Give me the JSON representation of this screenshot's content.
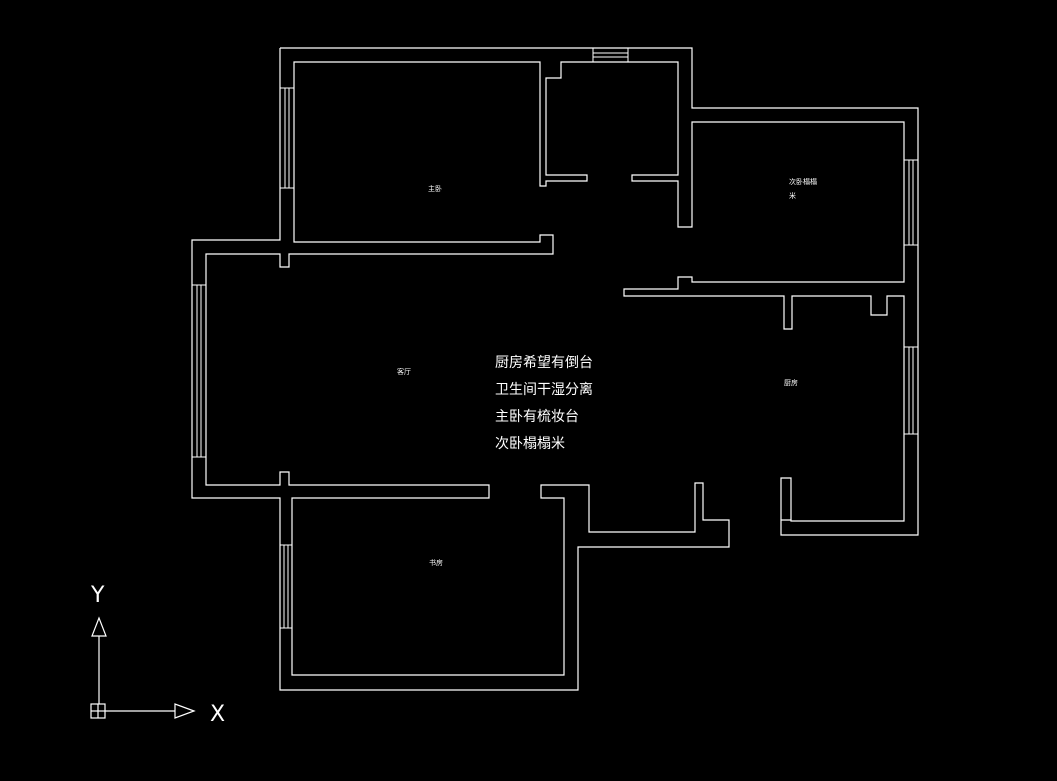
{
  "colors": {
    "background": "#000000",
    "lines": "#ffffff",
    "text": "#ffffff"
  },
  "rooms": {
    "master_bedroom": "主卧",
    "second_bedroom_line1": "次卧榻榻",
    "second_bedroom_line2": "米",
    "living_room": "客厅",
    "kitchen": "厨房",
    "study": "书房"
  },
  "notes": [
    "厨房希望有倒台",
    "卫生间干湿分离",
    "主卧有梳妆台",
    "次卧榻榻米"
  ],
  "ucs": {
    "x_label": "X",
    "y_label": "Y"
  }
}
